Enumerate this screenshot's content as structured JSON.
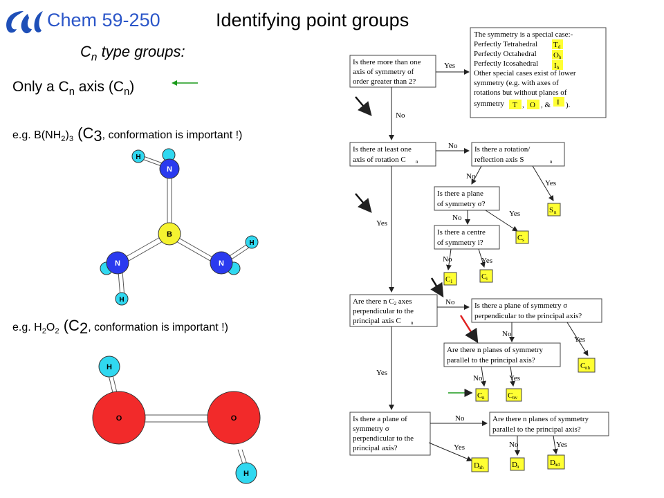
{
  "header": {
    "course": "Chem 59-250",
    "title": "Identifying point groups"
  },
  "subtitle": {
    "C": "C",
    "sub": "n",
    "rest": " type groups:"
  },
  "only_axis": {
    "a": "Only a C",
    "b": "n",
    "c": " axis (C",
    "d": "n",
    "e": ")"
  },
  "example1": {
    "p1": "e.g. B(NH",
    "s1": "2",
    "p2": ")",
    "s2": "3",
    "p3": " (C",
    "s3": "3",
    "p4": ", conformation is important !)"
  },
  "example2": {
    "p1": "e.g. H",
    "s1": "2",
    "p2": "O",
    "s2": "2",
    "p3": " (C",
    "s3": "2",
    "p4": ", conformation is important !)"
  },
  "molecule1": {
    "center": "B",
    "n": "N",
    "h": "H"
  },
  "molecule2": {
    "o": "O",
    "h": "H"
  },
  "flowchart": {
    "special_case": {
      "l1": "The symmetry is a special case:-",
      "l2": "Perfectly Tetrahedral",
      "l3": "Perfectly Octahedral",
      "l4": "Perfectly Icosahedral",
      "l5": "Other special cases exist of lower",
      "l6": "symmetry (e.g. with axes of",
      "l7": "rotations but without planes of",
      "l8": "symmetry",
      "comma1": ",",
      "amp": ", &",
      "end": ")."
    },
    "q1": {
      "l1": "Is there more than one",
      "l2": "axis of symmetry of",
      "l3": "order greater than 2?"
    },
    "q2": {
      "l1": "Is there at least one",
      "l2": "axis of rotation C"
    },
    "q3": {
      "l1": "Is there a rotation/",
      "l2": "reflection axis S"
    },
    "q4": {
      "l1": "Is there a plane",
      "l2": "of symmetry σ?"
    },
    "q5": {
      "l1": "Is there a centre",
      "l2": "of symmetry i?"
    },
    "q6": {
      "l1": "Are there n C",
      "l1b": " axes",
      "l2": "perpendicular to the",
      "l3": "principal axis C"
    },
    "q7": {
      "l1": "Is there a plane of symmetry σ",
      "l2": "perpendicular to the principal axis?"
    },
    "q8": {
      "l1": "Are there n planes of symmetry",
      "l2": "parallel to the principal axis?"
    },
    "q9": {
      "l1": "Is there a plane of",
      "l2": "symmetry σ",
      "l3": "perpendicular to the",
      "l4": "principal axis?"
    },
    "q10": {
      "l1": "Are there n planes of symmetry",
      "l2": "parallel to the principal axis?"
    },
    "yes": "Yes",
    "no": "No",
    "results": {
      "Td": "T",
      "Td_sub": "d",
      "Oh": "O",
      "Oh_sub": "h",
      "Ih": "I",
      "Ih_sub": "h",
      "T": "T",
      "O": "O",
      "I": "I",
      "Sn": "S",
      "Sn_sub": "n",
      "Cs": "C",
      "Cs_sub": "s",
      "C1": "C",
      "C1_sub": "1",
      "Ci": "C",
      "Ci_sub": "i",
      "Cnh": "C",
      "Cnh_sub": "nh",
      "Cn": "C",
      "Cn_sub": "n",
      "Cnv": "C",
      "Cnv_sub": "nv",
      "Dnh": "D",
      "Dnh_sub": "nh",
      "Dn": "D",
      "Dn_sub": "n",
      "Dnd": "D",
      "Dnd_sub": "nd"
    },
    "colors": {
      "highlight": "#ffff33",
      "red_arrow": "#e02020",
      "green_arrow": "#1a9a1a"
    }
  }
}
